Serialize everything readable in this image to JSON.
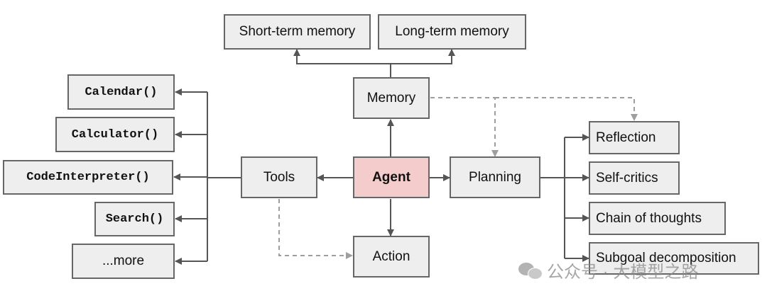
{
  "nodes": {
    "short_term_memory": "Short-term memory",
    "long_term_memory": "Long-term memory",
    "memory": "Memory",
    "calendar": "Calendar()",
    "calculator": "Calculator()",
    "code_interpreter": "CodeInterpreter()",
    "search": "Search()",
    "more": "...more",
    "tools": "Tools",
    "agent": "Agent",
    "planning": "Planning",
    "action": "Action",
    "reflection": "Reflection",
    "self_critics": "Self-critics",
    "chain_of_thoughts": "Chain of thoughts",
    "subgoal_decomposition": "Subgoal decomposition"
  },
  "watermark": {
    "text": "公众号 · 大模型之路",
    "icon": "wechat-icon"
  },
  "colors": {
    "box_fill": "#eeeeee",
    "box_border": "#666666",
    "agent_fill": "#f4cccc",
    "solid_arrow": "#555555",
    "dashed_arrow": "#9e9e9e"
  }
}
